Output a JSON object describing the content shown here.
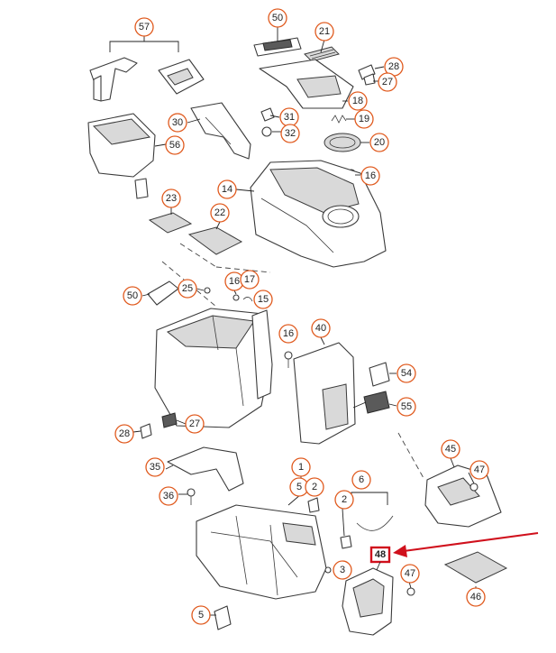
{
  "diagram": {
    "callouts": [
      {
        "id": "c57",
        "label": "57"
      },
      {
        "id": "c50a",
        "label": "50"
      },
      {
        "id": "c21",
        "label": "21"
      },
      {
        "id": "c28a",
        "label": "28"
      },
      {
        "id": "c27a",
        "label": "27"
      },
      {
        "id": "c18",
        "label": "18"
      },
      {
        "id": "c30",
        "label": "30"
      },
      {
        "id": "c31",
        "label": "31"
      },
      {
        "id": "c19",
        "label": "19"
      },
      {
        "id": "c32",
        "label": "32"
      },
      {
        "id": "c56",
        "label": "56"
      },
      {
        "id": "c20",
        "label": "20"
      },
      {
        "id": "c16a",
        "label": "16"
      },
      {
        "id": "c14",
        "label": "14"
      },
      {
        "id": "c23",
        "label": "23"
      },
      {
        "id": "c22",
        "label": "22"
      },
      {
        "id": "c50b",
        "label": "50"
      },
      {
        "id": "c25",
        "label": "25"
      },
      {
        "id": "c16b",
        "label": "16"
      },
      {
        "id": "c17",
        "label": "17"
      },
      {
        "id": "c15",
        "label": "15"
      },
      {
        "id": "c40",
        "label": "40"
      },
      {
        "id": "c16c",
        "label": "16"
      },
      {
        "id": "c54",
        "label": "54"
      },
      {
        "id": "c55",
        "label": "55"
      },
      {
        "id": "c28b",
        "label": "28"
      },
      {
        "id": "c27b",
        "label": "27"
      },
      {
        "id": "c45",
        "label": "45"
      },
      {
        "id": "c35",
        "label": "35"
      },
      {
        "id": "c1",
        "label": "1"
      },
      {
        "id": "c47a",
        "label": "47"
      },
      {
        "id": "c5a",
        "label": "5"
      },
      {
        "id": "c2a",
        "label": "2"
      },
      {
        "id": "c6",
        "label": "6"
      },
      {
        "id": "c36",
        "label": "36"
      },
      {
        "id": "c2b",
        "label": "2"
      },
      {
        "id": "c3",
        "label": "3"
      },
      {
        "id": "c47b",
        "label": "47"
      },
      {
        "id": "c46",
        "label": "46"
      },
      {
        "id": "c5b",
        "label": "5"
      }
    ],
    "highlight": {
      "label": "48",
      "color": "#d0101c"
    },
    "colors": {
      "callout_ring": "#e05a1e",
      "arrow": "#d0101c",
      "line": "#3a3a3a"
    }
  }
}
